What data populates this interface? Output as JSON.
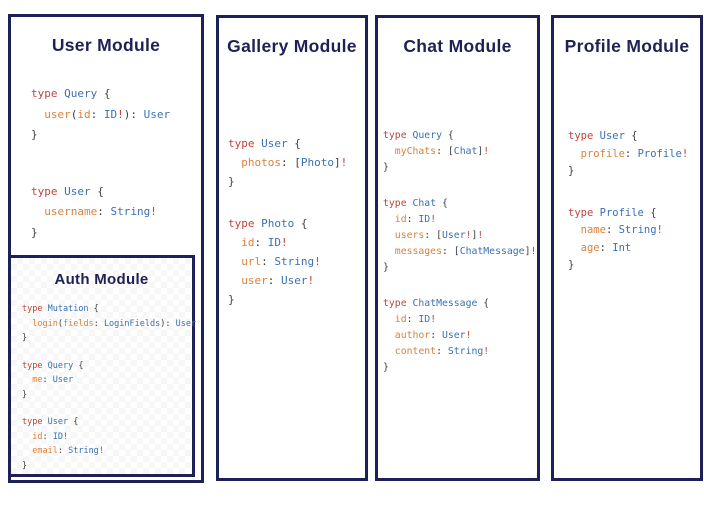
{
  "colors": {
    "background": "#ffffff",
    "border": "#1f2156",
    "title": "#1f2156",
    "keyword": "#c0453e",
    "type": "#3a70b5",
    "field": "#d9823d",
    "punct": "#3f3f3f"
  },
  "modules": [
    {
      "key": "user",
      "title": "User Module",
      "blocks": [
        [
          [
            [
              "type",
              "k"
            ],
            [
              " ",
              "p"
            ],
            [
              "Query",
              "t"
            ],
            [
              " {",
              "p"
            ]
          ],
          [
            [
              "  ",
              "p"
            ],
            [
              "user",
              "f"
            ],
            [
              "(",
              "p"
            ],
            [
              "id",
              "f"
            ],
            [
              ": ",
              "p"
            ],
            [
              "ID",
              "t"
            ],
            [
              "!",
              "k"
            ],
            [
              "): ",
              "p"
            ],
            [
              "User",
              "t"
            ]
          ],
          [
            [
              "}",
              "p"
            ]
          ]
        ],
        [
          [
            [
              "type",
              "k"
            ],
            [
              " ",
              "p"
            ],
            [
              "User",
              "t"
            ],
            [
              " {",
              "p"
            ]
          ],
          [
            [
              "  ",
              "p"
            ],
            [
              "username",
              "f"
            ],
            [
              ": ",
              "p"
            ],
            [
              "String",
              "t"
            ],
            [
              "!",
              "k"
            ]
          ],
          [
            [
              "}",
              "p"
            ]
          ]
        ]
      ]
    },
    {
      "key": "auth",
      "title": "Auth Module",
      "blocks": [
        [
          [
            [
              "type",
              "k"
            ],
            [
              " ",
              "p"
            ],
            [
              "Mutation",
              "t"
            ],
            [
              " {",
              "p"
            ]
          ],
          [
            [
              "  ",
              "p"
            ],
            [
              "login",
              "f"
            ],
            [
              "(",
              "p"
            ],
            [
              "fields",
              "f"
            ],
            [
              ": ",
              "p"
            ],
            [
              "LoginFields",
              "t"
            ],
            [
              "): ",
              "p"
            ],
            [
              "User",
              "t"
            ]
          ],
          [
            [
              "}",
              "p"
            ]
          ]
        ],
        [
          [
            [
              "type",
              "k"
            ],
            [
              " ",
              "p"
            ],
            [
              "Query",
              "t"
            ],
            [
              " {",
              "p"
            ]
          ],
          [
            [
              "  ",
              "p"
            ],
            [
              "me",
              "f"
            ],
            [
              ": ",
              "p"
            ],
            [
              "User",
              "t"
            ]
          ],
          [
            [
              "}",
              "p"
            ]
          ]
        ],
        [
          [
            [
              "type",
              "k"
            ],
            [
              " ",
              "p"
            ],
            [
              "User",
              "t"
            ],
            [
              " {",
              "p"
            ]
          ],
          [
            [
              "  ",
              "p"
            ],
            [
              "id",
              "f"
            ],
            [
              ": ",
              "p"
            ],
            [
              "ID",
              "t"
            ],
            [
              "!",
              "k"
            ]
          ],
          [
            [
              "  ",
              "p"
            ],
            [
              "email",
              "f"
            ],
            [
              ": ",
              "p"
            ],
            [
              "String",
              "t"
            ],
            [
              "!",
              "k"
            ]
          ],
          [
            [
              "}",
              "p"
            ]
          ]
        ]
      ]
    },
    {
      "key": "gallery",
      "title": "Gallery Module",
      "blocks": [
        [
          [
            [
              "type",
              "k"
            ],
            [
              " ",
              "p"
            ],
            [
              "User",
              "t"
            ],
            [
              " {",
              "p"
            ]
          ],
          [
            [
              "  ",
              "p"
            ],
            [
              "photos",
              "f"
            ],
            [
              ": [",
              "p"
            ],
            [
              "Photo",
              "t"
            ],
            [
              "]",
              "p"
            ],
            [
              "!",
              "k"
            ]
          ],
          [
            [
              "}",
              "p"
            ]
          ]
        ],
        [
          [
            [
              "type",
              "k"
            ],
            [
              " ",
              "p"
            ],
            [
              "Photo",
              "t"
            ],
            [
              " {",
              "p"
            ]
          ],
          [
            [
              "  ",
              "p"
            ],
            [
              "id",
              "f"
            ],
            [
              ": ",
              "p"
            ],
            [
              "ID",
              "t"
            ],
            [
              "!",
              "k"
            ]
          ],
          [
            [
              "  ",
              "p"
            ],
            [
              "url",
              "f"
            ],
            [
              ": ",
              "p"
            ],
            [
              "String",
              "t"
            ],
            [
              "!",
              "k"
            ]
          ],
          [
            [
              "  ",
              "p"
            ],
            [
              "user",
              "f"
            ],
            [
              ": ",
              "p"
            ],
            [
              "User",
              "t"
            ],
            [
              "!",
              "k"
            ]
          ],
          [
            [
              "}",
              "p"
            ]
          ]
        ]
      ]
    },
    {
      "key": "chat",
      "title": "Chat Module",
      "blocks": [
        [
          [
            [
              "type",
              "k"
            ],
            [
              " ",
              "p"
            ],
            [
              "Query",
              "t"
            ],
            [
              " {",
              "p"
            ]
          ],
          [
            [
              "  ",
              "p"
            ],
            [
              "myChats",
              "f"
            ],
            [
              ": [",
              "p"
            ],
            [
              "Chat",
              "t"
            ],
            [
              "]",
              "p"
            ],
            [
              "!",
              "k"
            ]
          ],
          [
            [
              "}",
              "p"
            ]
          ]
        ],
        [
          [
            [
              "type",
              "k"
            ],
            [
              " ",
              "p"
            ],
            [
              "Chat",
              "t"
            ],
            [
              " {",
              "p"
            ]
          ],
          [
            [
              "  ",
              "p"
            ],
            [
              "id",
              "f"
            ],
            [
              ": ",
              "p"
            ],
            [
              "ID",
              "t"
            ],
            [
              "!",
              "k"
            ]
          ],
          [
            [
              "  ",
              "p"
            ],
            [
              "users",
              "f"
            ],
            [
              ": [",
              "p"
            ],
            [
              "User",
              "t"
            ],
            [
              "!",
              "k"
            ],
            [
              "]",
              "p"
            ],
            [
              "!",
              "k"
            ]
          ],
          [
            [
              "  ",
              "p"
            ],
            [
              "messages",
              "f"
            ],
            [
              ": [",
              "p"
            ],
            [
              "ChatMessage",
              "t"
            ],
            [
              "]",
              "p"
            ],
            [
              "!",
              "k"
            ]
          ],
          [
            [
              "}",
              "p"
            ]
          ]
        ],
        [
          [
            [
              "type",
              "k"
            ],
            [
              " ",
              "p"
            ],
            [
              "ChatMessage",
              "t"
            ],
            [
              " {",
              "p"
            ]
          ],
          [
            [
              "  ",
              "p"
            ],
            [
              "id",
              "f"
            ],
            [
              ": ",
              "p"
            ],
            [
              "ID",
              "t"
            ],
            [
              "!",
              "k"
            ]
          ],
          [
            [
              "  ",
              "p"
            ],
            [
              "author",
              "f"
            ],
            [
              ": ",
              "p"
            ],
            [
              "User",
              "t"
            ],
            [
              "!",
              "k"
            ]
          ],
          [
            [
              "  ",
              "p"
            ],
            [
              "content",
              "f"
            ],
            [
              ": ",
              "p"
            ],
            [
              "String",
              "t"
            ],
            [
              "!",
              "k"
            ]
          ],
          [
            [
              "}",
              "p"
            ]
          ]
        ]
      ]
    },
    {
      "key": "profile",
      "title": "Profile Module",
      "blocks": [
        [
          [
            [
              "type",
              "k"
            ],
            [
              " ",
              "p"
            ],
            [
              "User",
              "t"
            ],
            [
              " {",
              "p"
            ]
          ],
          [
            [
              "  ",
              "p"
            ],
            [
              "profile",
              "f"
            ],
            [
              ": ",
              "p"
            ],
            [
              "Profile",
              "t"
            ],
            [
              "!",
              "k"
            ]
          ],
          [
            [
              "}",
              "p"
            ]
          ]
        ],
        [
          [
            [
              "type",
              "k"
            ],
            [
              " ",
              "p"
            ],
            [
              "Profile",
              "t"
            ],
            [
              " {",
              "p"
            ]
          ],
          [
            [
              "  ",
              "p"
            ],
            [
              "name",
              "f"
            ],
            [
              ": ",
              "p"
            ],
            [
              "String",
              "t"
            ],
            [
              "!",
              "k"
            ]
          ],
          [
            [
              "  ",
              "p"
            ],
            [
              "age",
              "f"
            ],
            [
              ": ",
              "p"
            ],
            [
              "Int",
              "t"
            ]
          ],
          [
            [
              "}",
              "p"
            ]
          ]
        ]
      ]
    }
  ]
}
